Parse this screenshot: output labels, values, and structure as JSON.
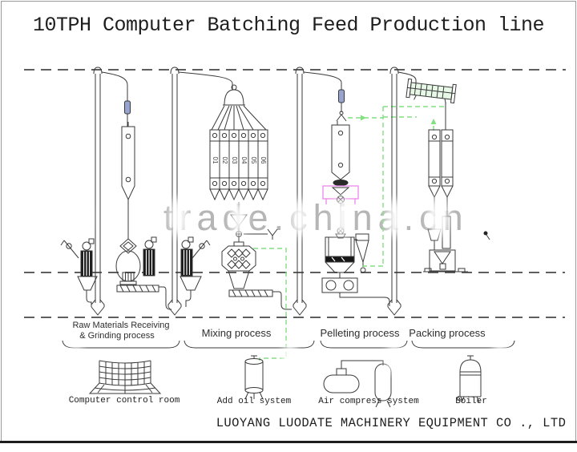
{
  "title": "10TPH Computer Batching Feed Production line",
  "watermark": "trade.china.cn",
  "company": "LUOYANG LUODATE MACHINERY EQUIPMENT CO ., LTD",
  "processes": {
    "grinding_line1": "Raw Materials Receiving",
    "grinding_line2": "& Grinding process",
    "mixing": "Mixing process",
    "pelleting": "Pelleting process",
    "packing": "Packing process"
  },
  "batching_bins": [
    "01",
    "02",
    "03",
    "04",
    "05",
    "06"
  ],
  "auxiliary": {
    "control_room": "Computer control room",
    "oil": "Add oil system",
    "air": "Air compress system",
    "boiler": "Boiler"
  },
  "colors": {
    "line": "#3a3a3a",
    "control_dashed_green": "#82df82",
    "pellet_mill_accent": "#e87fe8",
    "magnet_fill": "#98a4cf",
    "watermark_gray": "#b5b5b5",
    "floor_dash": "#5f5f5f"
  }
}
